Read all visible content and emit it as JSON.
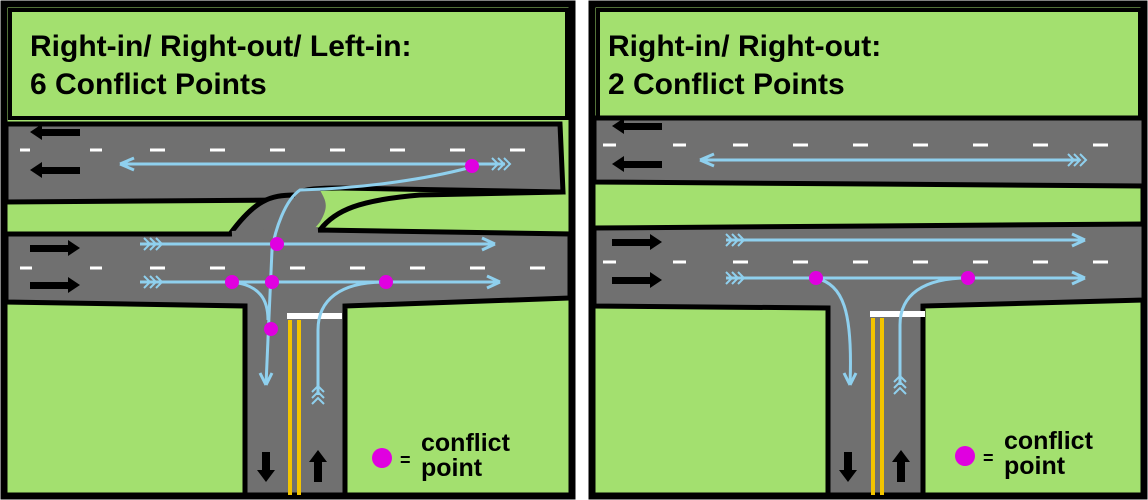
{
  "panels": [
    {
      "title_line1": "Right-in/ Right-out/ Left-in:",
      "title_line2": "6 Conflict Points",
      "legend_line1": "conflict",
      "legend_line2": "point",
      "legend_equals": "="
    },
    {
      "title_line1": "Right-in/ Right-out:",
      "title_line2": "2 Conflict Points",
      "legend_line1": "conflict",
      "legend_line2": "point",
      "legend_equals": "="
    }
  ],
  "colors": {
    "grass": "#a3e06f",
    "road": "#707070",
    "outline": "#000000",
    "lane_marking": "#ffffff",
    "center_line": "#f2c400",
    "path": "#8fd0ee",
    "conflict": "#e000e0"
  },
  "icons": [
    "arrow-left-icon",
    "arrow-right-icon",
    "arrow-down-icon",
    "arrow-up-icon",
    "conflict-point-icon"
  ]
}
